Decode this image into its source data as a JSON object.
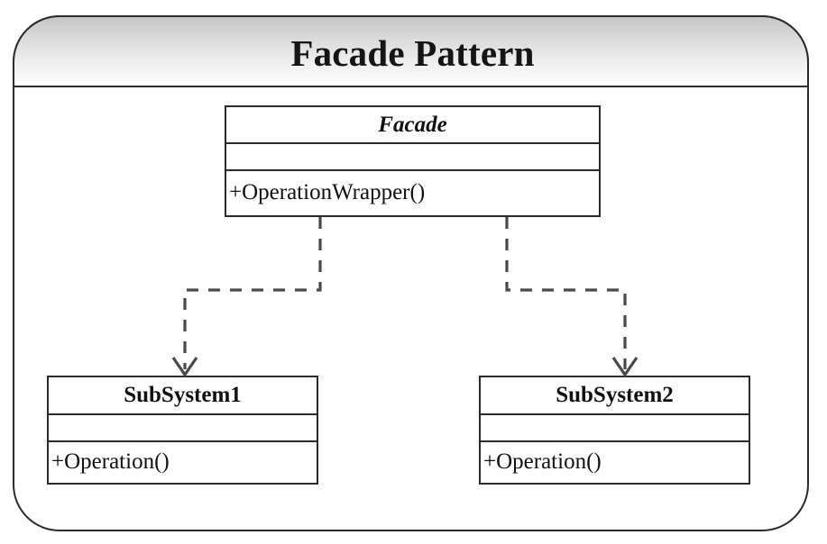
{
  "diagram": {
    "title": "Facade Pattern",
    "type": "uml-class-diagram",
    "colors": {
      "border": "#2b2b2b",
      "connector": "#4a4a4a",
      "header_gradient_top": "#c6c6c6",
      "header_gradient_bottom": "#ffffff",
      "background": "#ffffff",
      "text": "#111111"
    },
    "classes": [
      {
        "id": "facade",
        "name": "Facade",
        "name_style": "bold-italic",
        "attributes": [],
        "operations": [
          "+OperationWrapper()"
        ]
      },
      {
        "id": "subsystem1",
        "name": "SubSystem1",
        "name_style": "bold",
        "attributes": [],
        "operations": [
          "+Operation()"
        ]
      },
      {
        "id": "subsystem2",
        "name": "SubSystem2",
        "name_style": "bold",
        "attributes": [],
        "operations": [
          "+Operation()"
        ]
      }
    ],
    "relationships": [
      {
        "id": "facade-to-subsystem1",
        "kind": "dependency",
        "style": "dashed",
        "arrowhead": "open",
        "from": "Facade",
        "to": "SubSystem1"
      },
      {
        "id": "facade-to-subsystem2",
        "kind": "dependency",
        "style": "dashed",
        "arrowhead": "open",
        "from": "Facade",
        "to": "SubSystem2"
      }
    ]
  }
}
